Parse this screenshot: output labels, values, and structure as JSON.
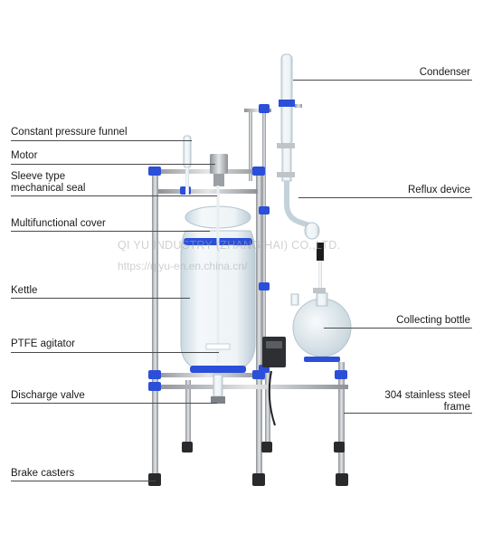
{
  "labels_left": [
    {
      "id": "funnel",
      "text": "Constant pressure funnel"
    },
    {
      "id": "motor",
      "text": "Motor"
    },
    {
      "id": "seal_1",
      "text": "Sleeve type"
    },
    {
      "id": "seal_2",
      "text": "mechanical seal"
    },
    {
      "id": "cover",
      "text": "Multifunctional cover"
    },
    {
      "id": "kettle",
      "text": "Kettle"
    },
    {
      "id": "agitator",
      "text": "PTFE agitator"
    },
    {
      "id": "valve",
      "text": "Discharge valve"
    },
    {
      "id": "casters",
      "text": "Brake casters"
    }
  ],
  "labels_right": [
    {
      "id": "condenser",
      "text": "Condenser"
    },
    {
      "id": "reflux",
      "text": "Reflux device"
    },
    {
      "id": "bottle",
      "text": "Collecting bottle"
    },
    {
      "id": "frame_1",
      "text": "304 stainless steel"
    },
    {
      "id": "frame_2",
      "text": "frame"
    }
  ],
  "watermark": {
    "company": "QI YU INDUSTRY (ZHANG HAI) CO.,LTD.",
    "url": "https://qiyu-en.en.china.cn/"
  },
  "colors": {
    "frame_blue": "#2b4fd8",
    "steel": "#a9adb2",
    "glass": "#dfeaf0"
  }
}
